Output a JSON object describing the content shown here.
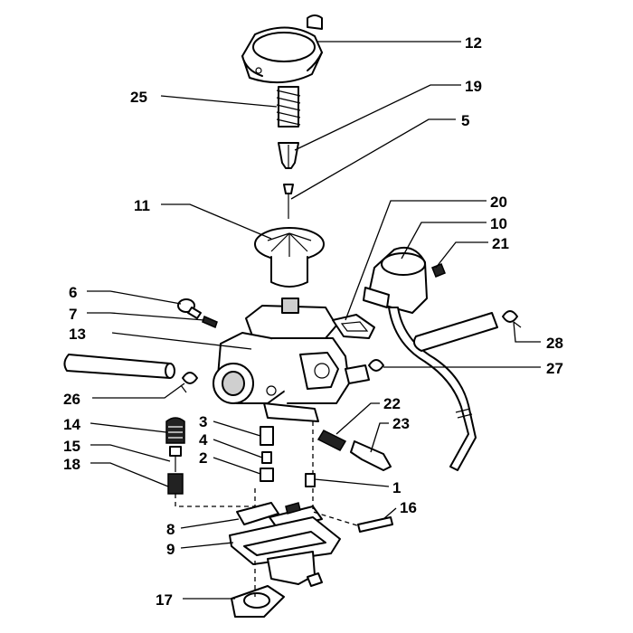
{
  "callouts": {
    "c1": "1",
    "c2": "2",
    "c3": "3",
    "c4": "4",
    "c5": "5",
    "c6": "6",
    "c7": "7",
    "c8": "8",
    "c9": "9",
    "c10": "10",
    "c11": "11",
    "c12": "12",
    "c13": "13",
    "c14": "14",
    "c15": "15",
    "c16": "16",
    "c17": "17",
    "c18": "18",
    "c19": "19",
    "c20": "20",
    "c21": "21",
    "c22": "22",
    "c23": "23",
    "c25": "25",
    "c26": "26",
    "c27": "27",
    "c28": "28"
  }
}
